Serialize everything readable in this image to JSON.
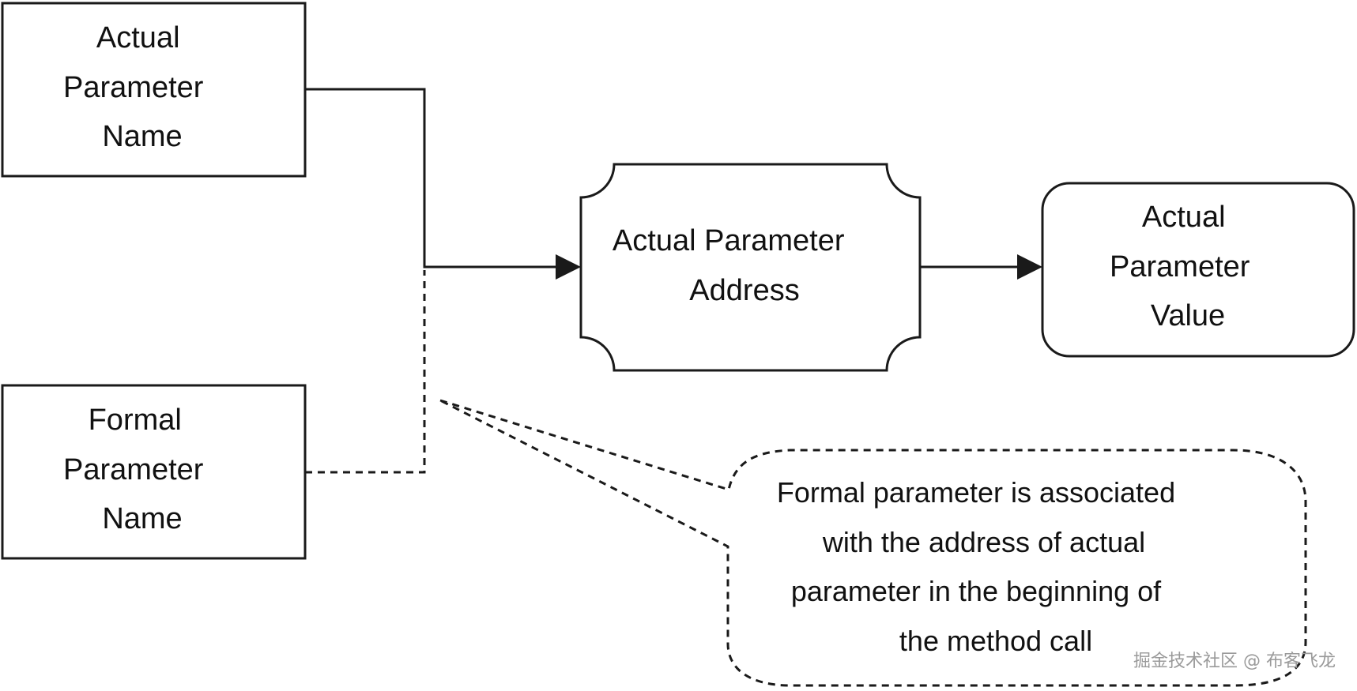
{
  "nodes": {
    "actual_name": {
      "lines": [
        "Actual",
        "Parameter",
        "Name"
      ]
    },
    "formal_name": {
      "lines": [
        "Formal",
        "Parameter",
        "Name"
      ]
    },
    "actual_address": {
      "lines": [
        "Actual Parameter",
        "Address"
      ]
    },
    "actual_value": {
      "lines": [
        "Actual",
        "Parameter",
        "Value"
      ]
    }
  },
  "callout": {
    "lines": [
      "Formal parameter is associated",
      "with the address of actual",
      "parameter in the beginning of",
      "the method call"
    ]
  },
  "watermark": "掘金技术社区 @ 布客飞龙",
  "colors": {
    "stroke": "#1a1a1a",
    "text": "#111111",
    "background": "#ffffff",
    "watermark": "#9a9a9a"
  }
}
